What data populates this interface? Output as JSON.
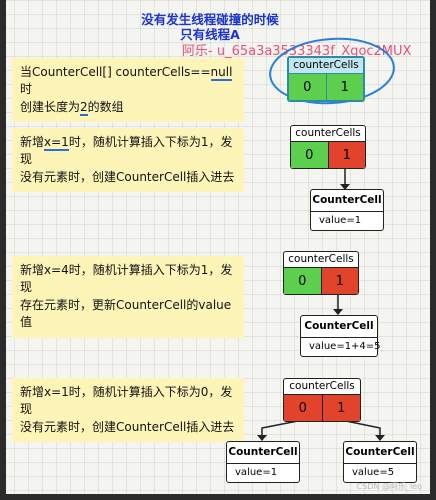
{
  "title": {
    "line1": "没有发生线程碰撞的时候",
    "line2": "只有线程A"
  },
  "watermark": "阿乐- u_65a3a3533343f_Xgoc2MUX",
  "notes": [
    {
      "parts": [
        "当CounterCell[] counterCells==",
        "null",
        "时\n创建长度为",
        "2",
        "的数组"
      ]
    },
    {
      "parts": [
        "新增",
        "x=1",
        "时，随机计算插入下标为1，发现\n没有元素时，创建CounterCell插入进去"
      ]
    },
    {
      "parts": [
        "新增x=4时，随机计算插入下标为1，发现\n存在元素时，更新CounterCell的value值"
      ]
    },
    {
      "parts": [
        "新增x=1时，随机计算插入下标为0，发现\n没有元素时，创建CounterCell插入进去"
      ]
    }
  ],
  "arrays": [
    {
      "label": "counterCells",
      "cells": [
        "0",
        "1"
      ]
    },
    {
      "label": "counterCells",
      "cells": [
        "0",
        "1"
      ]
    },
    {
      "label": "counterCells",
      "cells": [
        "0",
        "1"
      ]
    },
    {
      "label": "counterCells",
      "cells": [
        "0",
        "1"
      ]
    }
  ],
  "nodes": [
    {
      "label": "CounterCell",
      "value": "value=1"
    },
    {
      "label": "CounterCell",
      "value": "value=1+4=5"
    },
    {
      "label": "CounterCell",
      "value": "value=1"
    },
    {
      "label": "CounterCell",
      "value": "value=5"
    }
  ],
  "footer": "CSDN @阿乐_leo",
  "colors": {
    "green": "#5dcf4f",
    "red": "#e2442b",
    "blue_title": "#1a33cc",
    "note_bg": "#fdf4b8",
    "circle": "#2a7fd9"
  }
}
